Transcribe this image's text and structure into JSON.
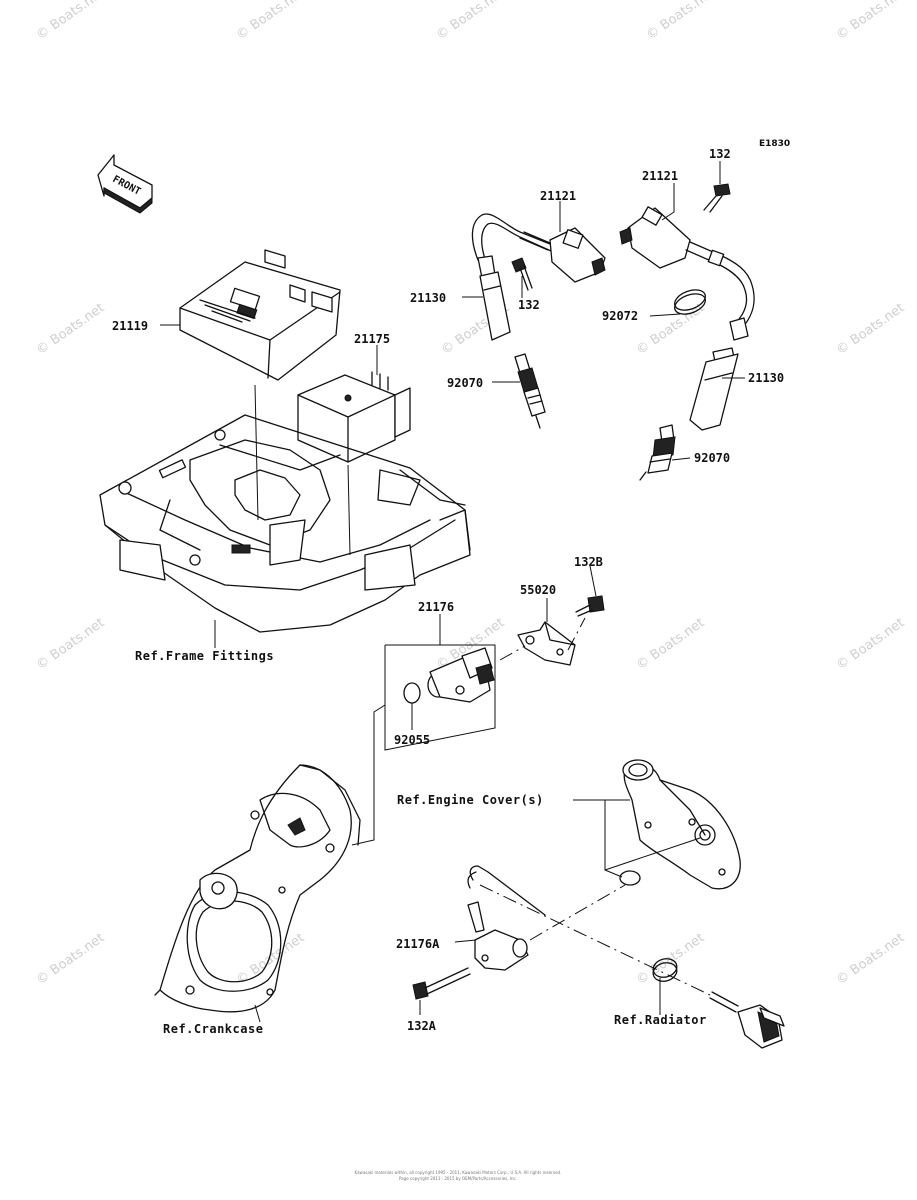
{
  "diagram": {
    "code": "E1830",
    "front_label": "FRONT",
    "watermark": "© Boats.net",
    "copyright": [
      "Kawasaki materials within, all copyright 1995 - 2011, Kawasaki Motors Corp., U.S.A. All rights reserved.",
      "Page copyright 2011 - 2015 by OEM/Parts/Accessories, Inc."
    ],
    "parts": [
      {
        "id": "p-132-top",
        "label": "132"
      },
      {
        "id": "p-21121-right",
        "label": "21121"
      },
      {
        "id": "p-21121-center",
        "label": "21121"
      },
      {
        "id": "p-21130-left",
        "label": "21130"
      },
      {
        "id": "p-132-mid",
        "label": "132"
      },
      {
        "id": "p-92072",
        "label": "92072"
      },
      {
        "id": "p-21119",
        "label": "21119"
      },
      {
        "id": "p-21175",
        "label": "21175"
      },
      {
        "id": "p-92070-left",
        "label": "92070"
      },
      {
        "id": "p-21130-right",
        "label": "21130"
      },
      {
        "id": "p-92070-right",
        "label": "92070"
      },
      {
        "id": "p-132B",
        "label": "132B"
      },
      {
        "id": "p-55020",
        "label": "55020"
      },
      {
        "id": "p-21176",
        "label": "21176"
      },
      {
        "id": "p-92055",
        "label": "92055"
      },
      {
        "id": "p-21176A",
        "label": "21176A"
      },
      {
        "id": "p-132A",
        "label": "132A"
      }
    ],
    "references": [
      {
        "id": "ref-frame",
        "label": "Ref.Frame Fittings"
      },
      {
        "id": "ref-engine",
        "label": "Ref.Engine Cover(s)"
      },
      {
        "id": "ref-crankcase",
        "label": "Ref.Crankcase"
      },
      {
        "id": "ref-radiator",
        "label": "Ref.Radiator"
      }
    ]
  }
}
